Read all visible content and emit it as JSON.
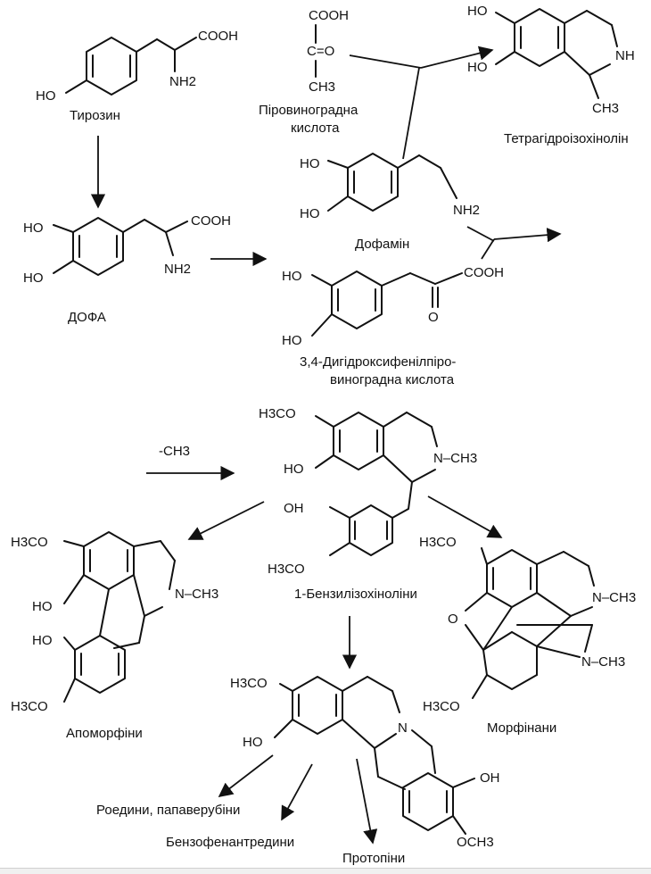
{
  "labels": {
    "tyrosine": "Тирозин",
    "pyruvic_1": "Піровиноградна",
    "pyruvic_2": "кислота",
    "thiq": "Тетрагідроізохінолін",
    "dopa": "ДОФА",
    "dopamine": "Дофамін",
    "dhppa_1": "3,4-Дигідроксифенілпіро-",
    "dhppa_2": "виноградна кислота",
    "methyl": "-CH3",
    "benzyliq": "1-Бензилізохіноліни",
    "apomorphines": "Апоморфіни",
    "morphinans": "Морфінани",
    "roedines": "Роедини, папаверубіни",
    "benzophen": "Бензофенантредини",
    "protopines": "Протопіни"
  },
  "groups": {
    "cooh": "COOH",
    "nh2": "NH2",
    "ho": "HO",
    "oh": "OH",
    "nh": "NH",
    "ch3": "CH3",
    "c_eq_o": "C=O",
    "h3co": "H3CO",
    "och3": "OCH3",
    "n_ch3": "N–CH3",
    "n": "N",
    "o": "O"
  }
}
